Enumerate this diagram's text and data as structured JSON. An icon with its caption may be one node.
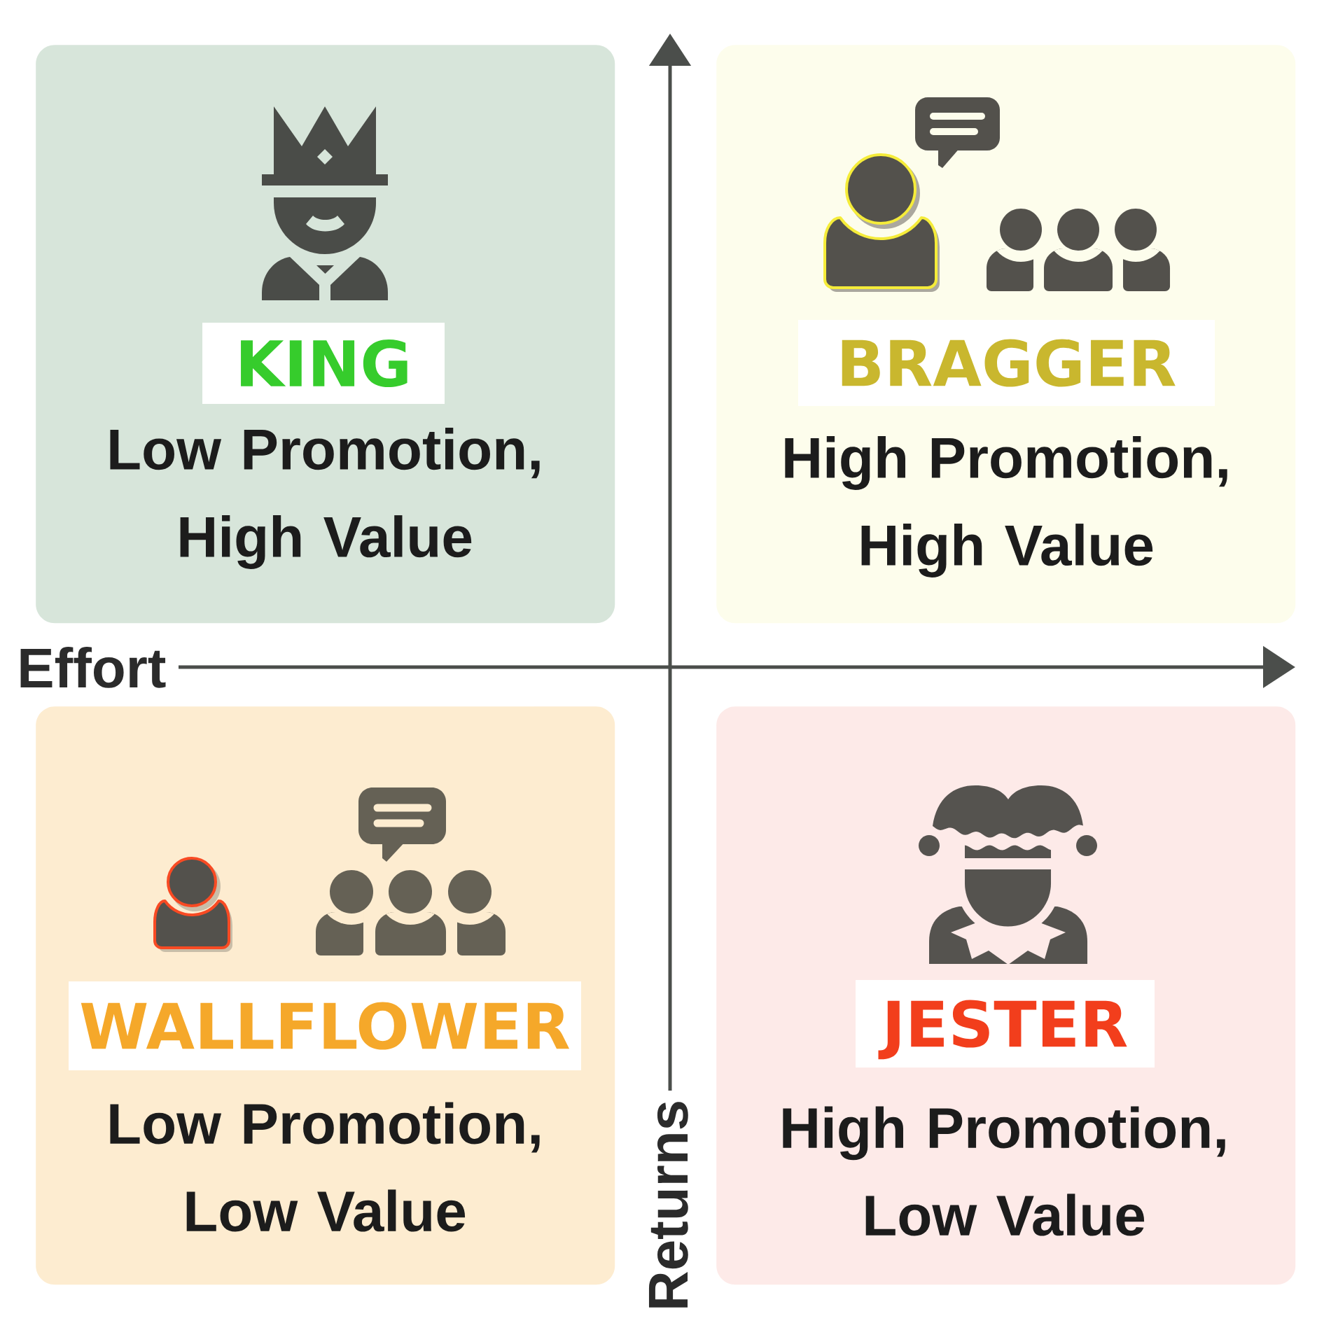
{
  "diagram": {
    "nodes": [
      {
        "text": [
          "Low Promotion, High Value"
        ]
      },
      {
        "text": [
          "KING"
        ],
        "in": 0
      },
      {
        "text": [
          "High Promotion, High Value"
        ]
      },
      {
        "text": [
          "BRAGGER"
        ],
        "in": 2
      },
      {
        "text": [
          "Low Promotion, Low Value"
        ]
      },
      {
        "text": [
          "WALLFLOWER"
        ],
        "in": 4
      },
      {
        "text": [
          "High Promotion, Low Value"
        ]
      },
      {
        "text": [
          "JESTER"
        ],
        "in": 6
      }
    ],
    "labels": [
      "Effort",
      "Returns"
    ]
  }
}
